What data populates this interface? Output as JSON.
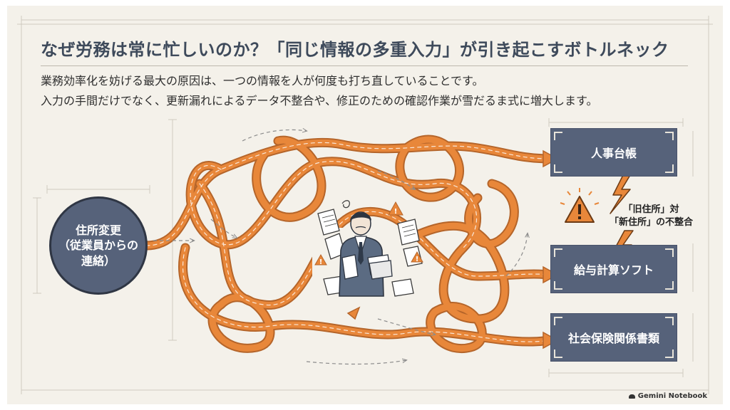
{
  "title": "なぜ労務は常に忙しいのか？「同じ情報の多重入力」が引き起こすボトルネック",
  "subtitle_line1": "業務効率化を妨げる最大の原因は、一つの情報を人が何度も打ち直していることです。",
  "subtitle_line2": "入力の手間だけでなく、更新漏れによるデータ不整合や、修正のための確認作業が雪だるま式に増大します。",
  "source": {
    "line1": "住所変更",
    "line2": "（従業員からの",
    "line3": "連絡）"
  },
  "targets": [
    {
      "label": "人事台帳"
    },
    {
      "label": "給与計算ソフト"
    },
    {
      "label": "社会保険関係書類"
    }
  ],
  "conflict": {
    "line1": "「旧住所」対",
    "line2": "「新住所」の不整合"
  },
  "footer": {
    "brand": "Gemini Notebook"
  },
  "colors": {
    "background": "#f4f1ea",
    "accent_orange": "#e8873a",
    "node_slate": "#56627a",
    "title": "#3e4a5b",
    "warning": "#e8873a"
  }
}
